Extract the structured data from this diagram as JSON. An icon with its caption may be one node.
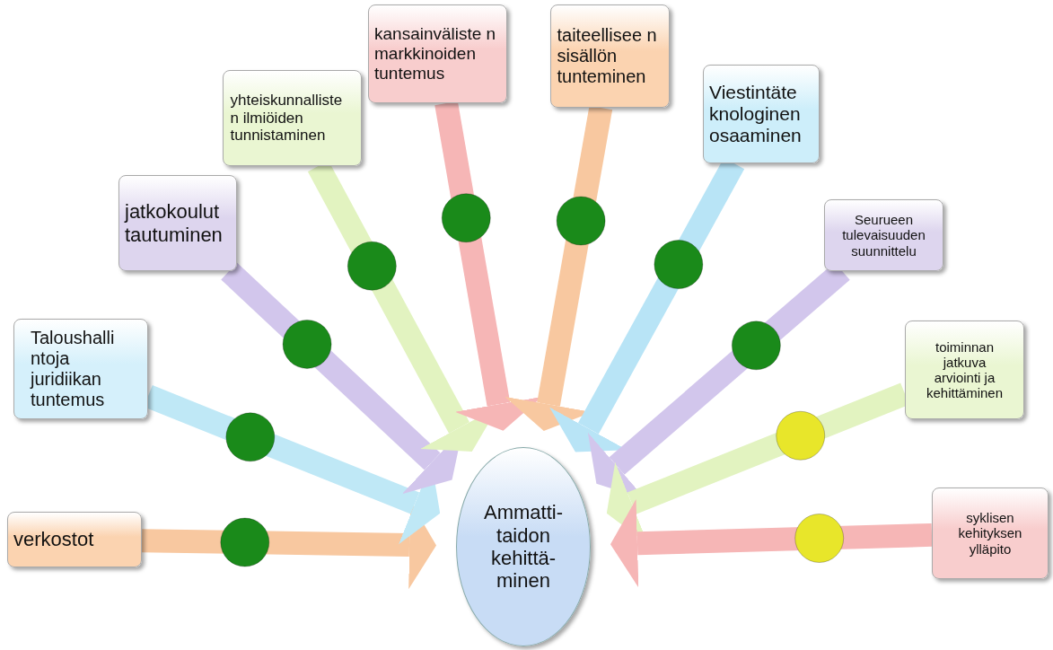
{
  "diagram": {
    "nodes": [
      {
        "text": [
          "verkostot"
        ]
      },
      {
        "text": [
          "Taloushalli ntoja juridiikan tuntemus"
        ]
      },
      {
        "text": [
          "jatkokoulut tautuminen"
        ]
      },
      {
        "text": [
          "yhteiskunnalliste n ilmiöiden tunnistaminen"
        ]
      },
      {
        "text": [
          "kansainväliste n markkinoiden tuntemus"
        ]
      },
      {
        "text": [
          "taiteellisee n sisällön tunteminen"
        ]
      },
      {
        "text": [
          "Viestintäte knologinen osaaminen"
        ]
      },
      {
        "text": [
          "Seurueen tulevaisuuden suunnittelu"
        ]
      },
      {
        "text": [
          "toiminnan jatkuva arviointi ja kehittäminen"
        ]
      },
      {
        "text": [
          "syklisen kehityksen ylläpito"
        ]
      },
      {
        "text": [
          "Ammatti- taidon kehittä- minen"
        ]
      }
    ],
    "edges": [
      {
        "from": 0,
        "to": 10,
        "arrow": "to",
        "color": "#f8c8a0"
      },
      {
        "from": 1,
        "to": 10,
        "arrow": "to",
        "color": "#bfe8f6"
      },
      {
        "from": 2,
        "to": 10,
        "arrow": "to",
        "color": "#d2c6ec"
      },
      {
        "from": 3,
        "to": 10,
        "arrow": "to",
        "color": "#e2f3c0"
      },
      {
        "from": 4,
        "to": 10,
        "arrow": "to",
        "color": "#f6b6b6"
      },
      {
        "from": 5,
        "to": 10,
        "arrow": "to",
        "color": "#f8c8a0"
      },
      {
        "from": 6,
        "to": 10,
        "arrow": "to",
        "color": "#b8e4f6"
      },
      {
        "from": 7,
        "to": 10,
        "arrow": "to",
        "color": "#d2c6ec"
      },
      {
        "from": 8,
        "to": 10,
        "arrow": "to",
        "color": "#e2f3c0"
      },
      {
        "from": 9,
        "to": 10,
        "arrow": "to",
        "color": "#f6b6b6"
      }
    ]
  }
}
